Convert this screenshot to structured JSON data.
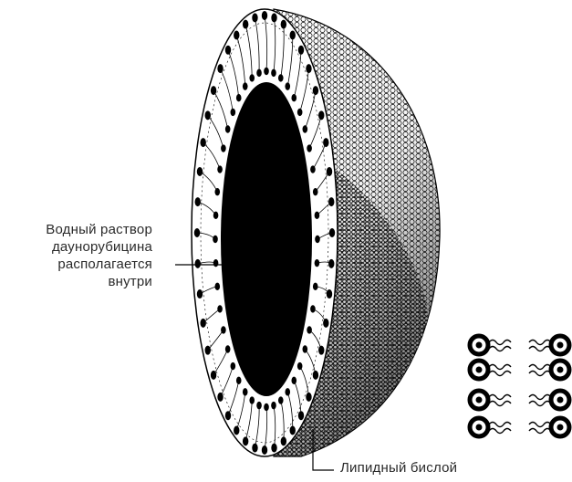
{
  "labels": {
    "inner": [
      "Водный раствор",
      "даунорубицина",
      "располагается",
      "внутри"
    ],
    "bilayer": "Липидный бислой"
  },
  "colors": {
    "ink": "#000000",
    "background": "#ffffff",
    "text": "#2a2a2a"
  },
  "icons": {
    "liposome": "liposome-cross-section",
    "lipid": "phospholipid-molecule"
  }
}
